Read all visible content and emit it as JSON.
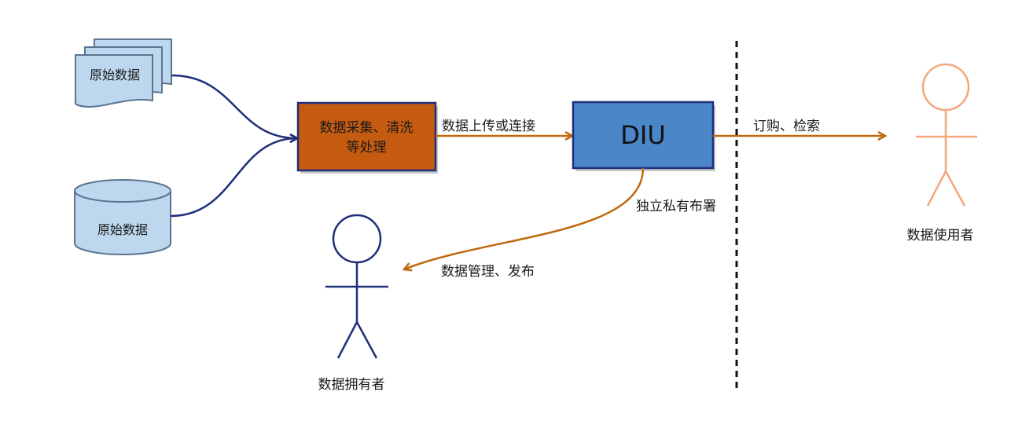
{
  "nodes": {
    "raw_data_docs": {
      "label": "原始数据"
    },
    "raw_data_db": {
      "label": "原始数据"
    },
    "collect_box": {
      "label_line1": "数据采集、清洗",
      "label_line2": "等处理"
    },
    "diu_box": {
      "label": "DIU"
    },
    "data_owner": {
      "label": "数据拥有者"
    },
    "data_user": {
      "label": "数据使用者"
    }
  },
  "edges": {
    "upload": {
      "label": "数据上传或连接"
    },
    "subscribe": {
      "label": "订购、检索"
    },
    "private_deploy": {
      "label": "独立私有布署"
    },
    "manage": {
      "label": "数据管理、发布"
    }
  },
  "colors": {
    "navy": "#1f2f7a",
    "orange_fill": "#c55a11",
    "orange_line": "#c06a10",
    "blue_fill": "#4a86c8",
    "light_blue_fill": "#bdd7ee",
    "peach": "#f4a77c",
    "divider": "#111111"
  }
}
